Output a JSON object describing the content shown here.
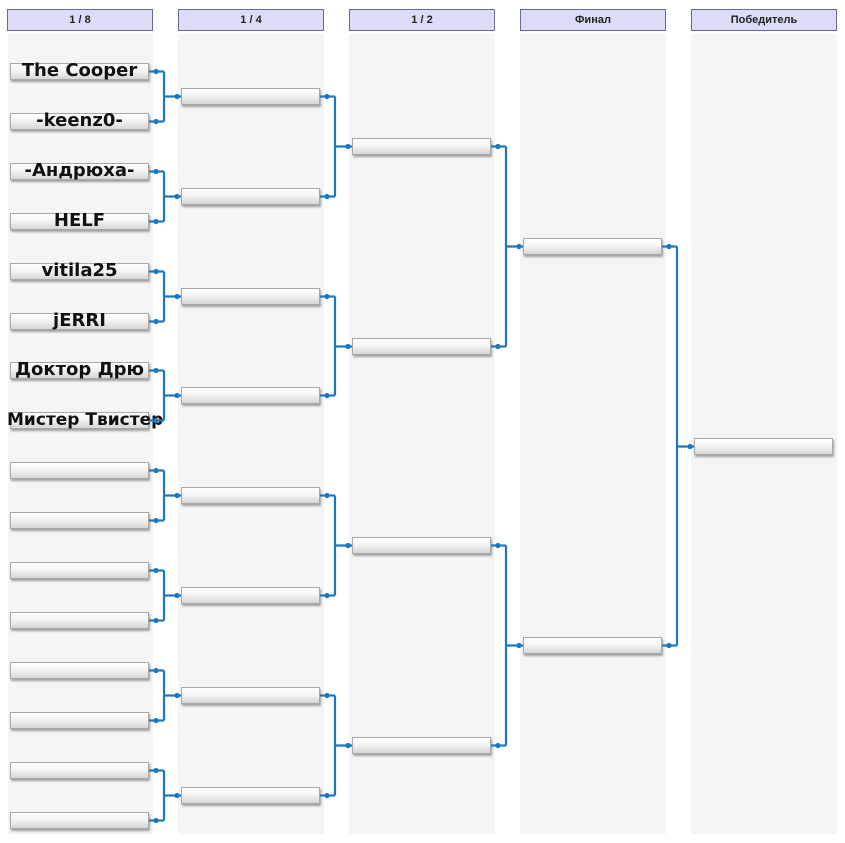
{
  "rounds": [
    {
      "label": "1 / 8"
    },
    {
      "label": "1 / 4"
    },
    {
      "label": "1 / 2"
    },
    {
      "label": "Финал"
    },
    {
      "label": "Победитель"
    }
  ],
  "round_of_16": [
    "The Cooper",
    "-keenz0-",
    "-Андрюха-",
    "HELF",
    "vitila25",
    "jERRI",
    "Доктор Дрю",
    "Мистер Твистер",
    "",
    "",
    "",
    "",
    "",
    "",
    "",
    ""
  ],
  "quarterfinals": [
    "",
    "",
    "",
    "",
    "",
    "",
    "",
    ""
  ],
  "semifinals": [
    "",
    "",
    "",
    ""
  ],
  "final": [
    "",
    ""
  ],
  "winner": [
    ""
  ],
  "colors": {
    "header_bg": "#dcdcf8",
    "header_border": "#6a6a9a",
    "connector": "#1a78c2",
    "column_bg": "#f5f5f5"
  }
}
